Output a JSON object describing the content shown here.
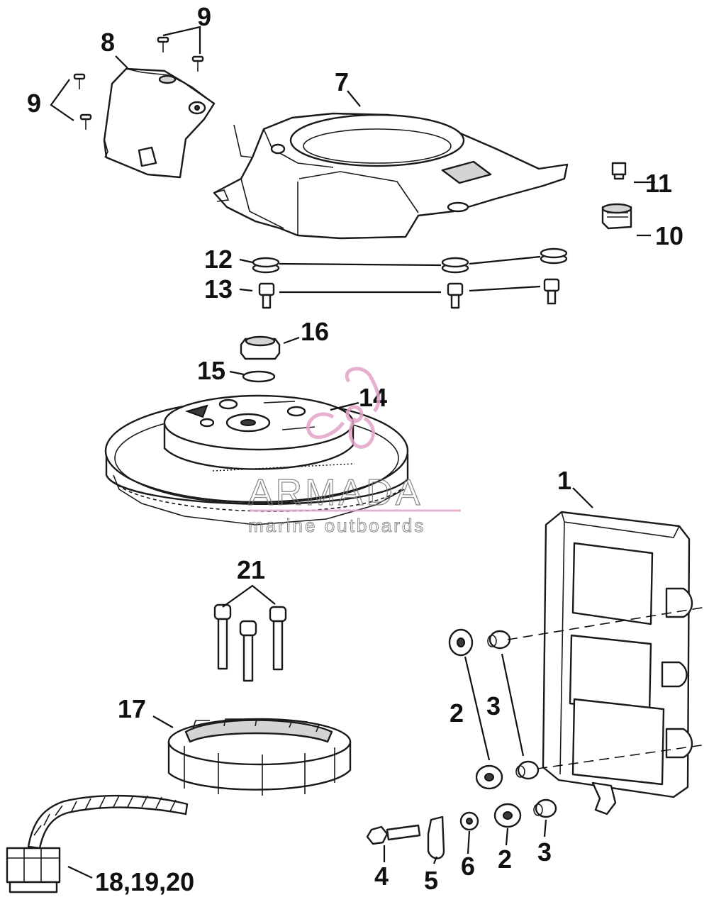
{
  "diagram": {
    "callouts": {
      "c1": "1",
      "c2a": "2",
      "c2b": "2",
      "c3a": "3",
      "c3b": "3",
      "c4": "4",
      "c5": "5",
      "c6": "6",
      "c7": "7",
      "c8": "8",
      "c9a": "9",
      "c9b": "9",
      "c10": "10",
      "c11": "11",
      "c12": "12",
      "c13": "13",
      "c14": "14",
      "c15": "15",
      "c16": "16",
      "c17": "17",
      "c18": "18,19,20",
      "c21": "21"
    }
  },
  "watermark": {
    "brand": "ARMADA",
    "tagline": "marine outboards",
    "brand_color": "#e3a3c8"
  }
}
